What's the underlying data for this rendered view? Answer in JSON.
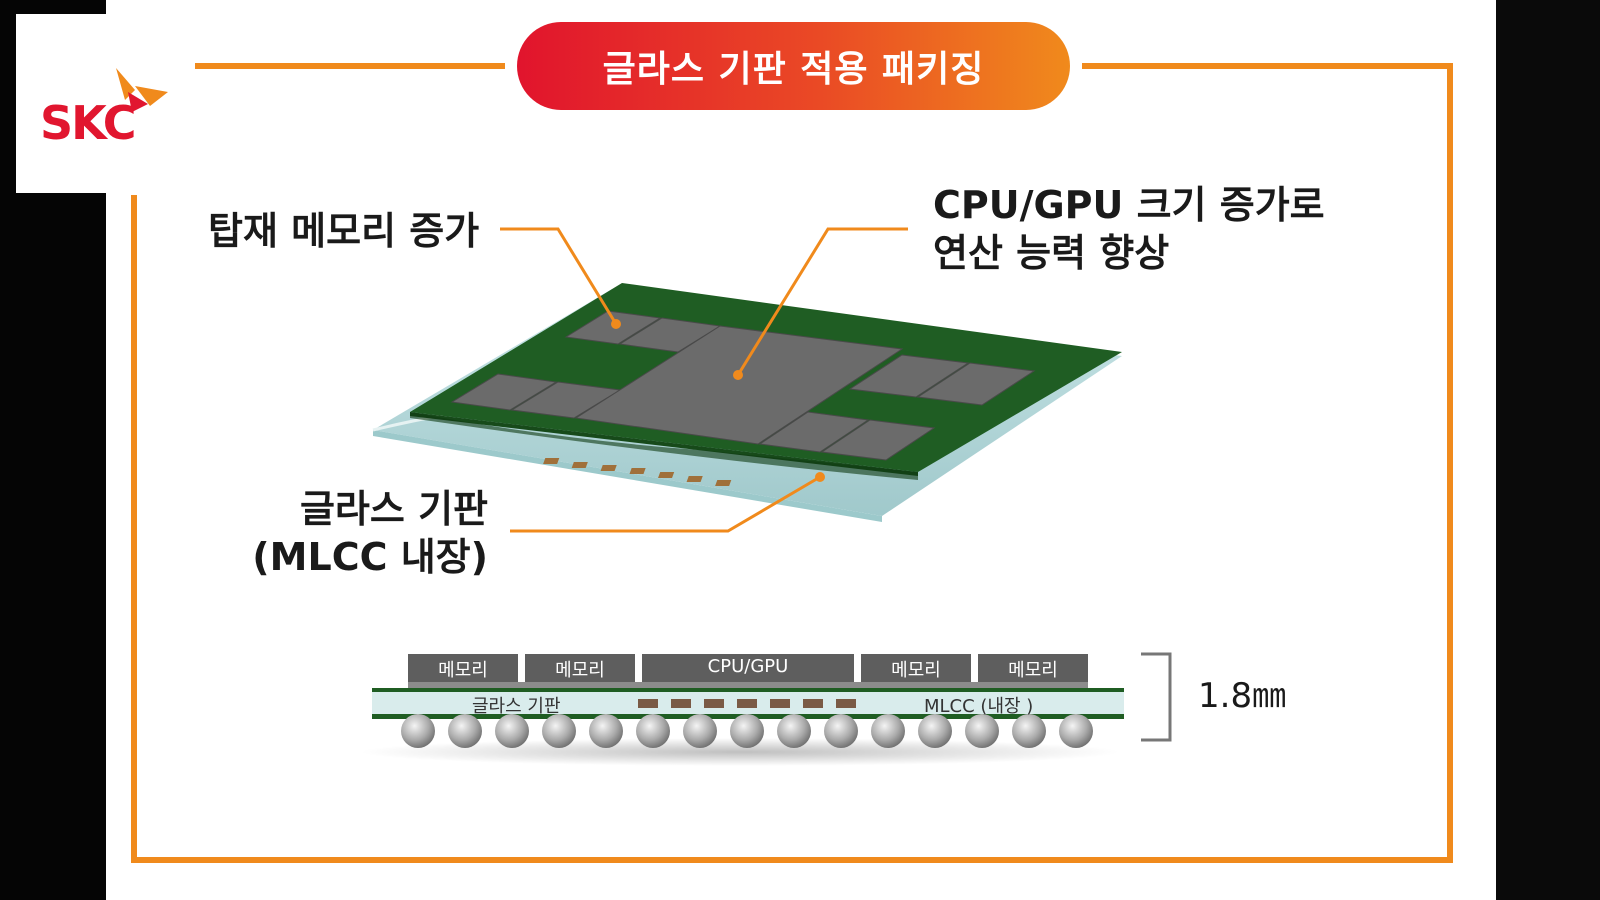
{
  "brand": {
    "logo_text": "SKC",
    "accent": "#e1162f",
    "frame_color": "#f08a1c"
  },
  "title": "글라스 기판 적용 패키징",
  "callouts": {
    "memory_increase": "탑재 메모리 증가",
    "cpu_line1": "CPU/GPU 크기 증가로",
    "cpu_line2": "연산 능력 향상",
    "glass_line1": "글라스 기판",
    "glass_line2": "(MLCC 내장)"
  },
  "cross_section": {
    "chips": [
      "메모리",
      "메모리",
      "CPU/GPU",
      "메모리",
      "메모리"
    ],
    "substrate_label": "글라스 기판",
    "mlcc_label": "MLCC (내장 )",
    "thickness": "1.8㎜"
  }
}
